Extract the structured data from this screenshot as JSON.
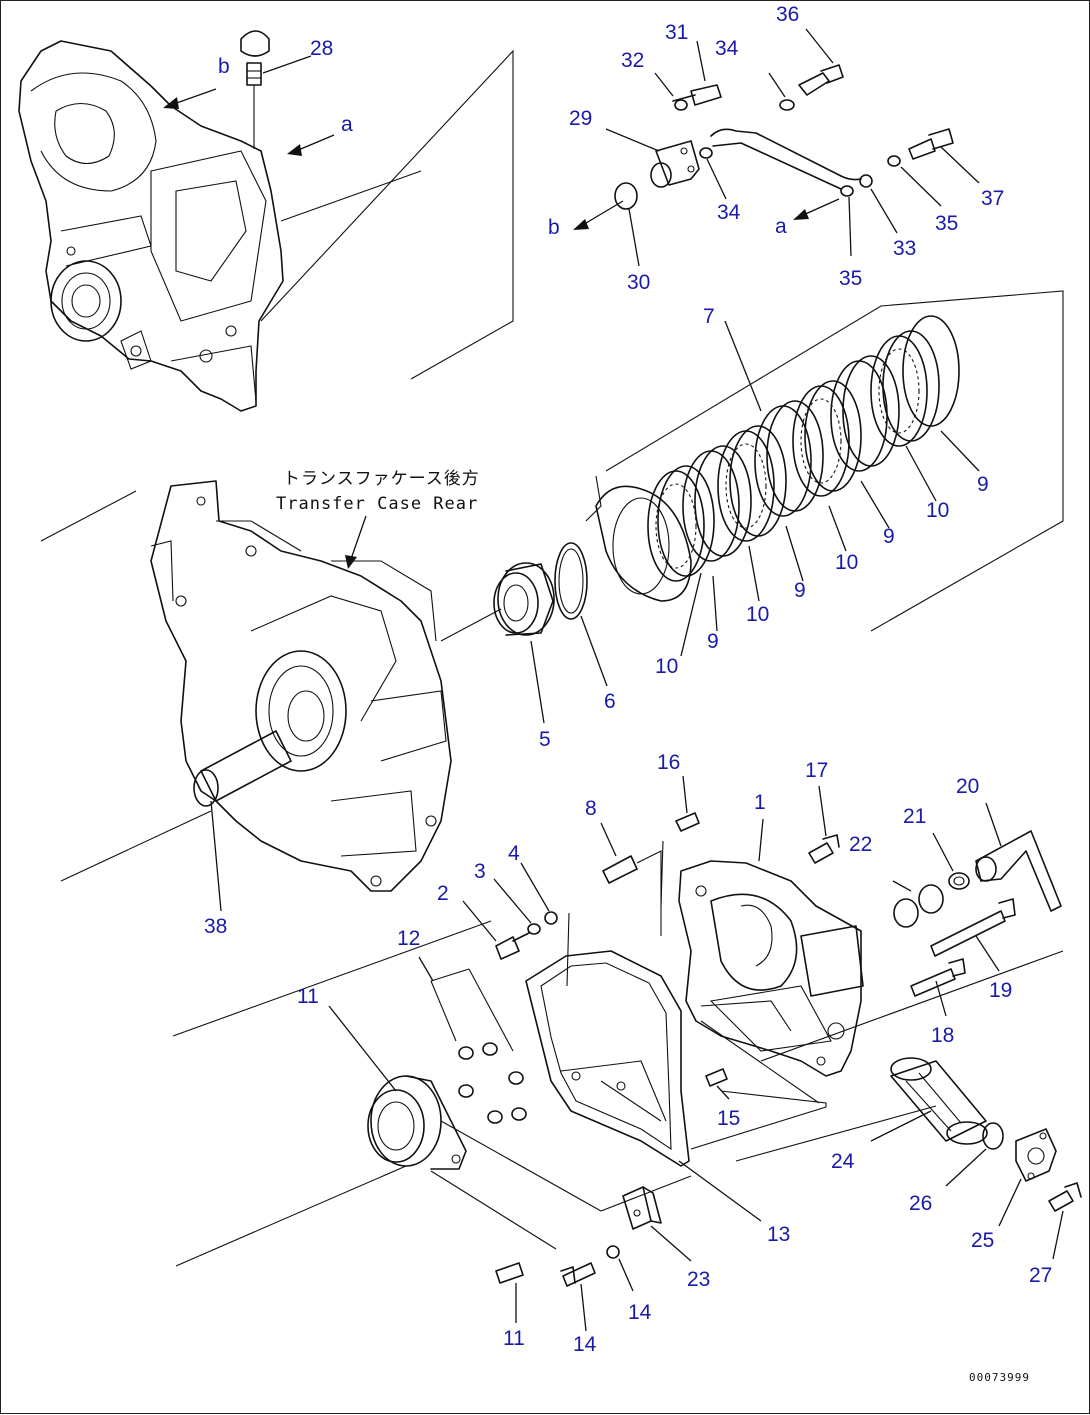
{
  "diagram": {
    "caption_jp": "トランスファケース後方",
    "caption_en": "Transfer Case Rear",
    "doc_id": "00073999",
    "callouts": [
      {
        "id": "c1",
        "text": "1"
      },
      {
        "id": "c2",
        "text": "2"
      },
      {
        "id": "c3",
        "text": "3"
      },
      {
        "id": "c4",
        "text": "4"
      },
      {
        "id": "c5",
        "text": "5"
      },
      {
        "id": "c6",
        "text": "6"
      },
      {
        "id": "c7",
        "text": "7"
      },
      {
        "id": "c8",
        "text": "8"
      },
      {
        "id": "c9a",
        "text": "9"
      },
      {
        "id": "c9b",
        "text": "9"
      },
      {
        "id": "c9c",
        "text": "9"
      },
      {
        "id": "c9d",
        "text": "9"
      },
      {
        "id": "c10a",
        "text": "10"
      },
      {
        "id": "c10b",
        "text": "10"
      },
      {
        "id": "c10c",
        "text": "10"
      },
      {
        "id": "c10d",
        "text": "10"
      },
      {
        "id": "c11a",
        "text": "11"
      },
      {
        "id": "c11b",
        "text": "11"
      },
      {
        "id": "c12",
        "text": "12"
      },
      {
        "id": "c13",
        "text": "13"
      },
      {
        "id": "c14a",
        "text": "14"
      },
      {
        "id": "c14b",
        "text": "14"
      },
      {
        "id": "c15",
        "text": "15"
      },
      {
        "id": "c16",
        "text": "16"
      },
      {
        "id": "c17",
        "text": "17"
      },
      {
        "id": "c18",
        "text": "18"
      },
      {
        "id": "c19",
        "text": "19"
      },
      {
        "id": "c20",
        "text": "20"
      },
      {
        "id": "c21",
        "text": "21"
      },
      {
        "id": "c22",
        "text": "22"
      },
      {
        "id": "c23",
        "text": "23"
      },
      {
        "id": "c24",
        "text": "24"
      },
      {
        "id": "c25",
        "text": "25"
      },
      {
        "id": "c26",
        "text": "26"
      },
      {
        "id": "c27",
        "text": "27"
      },
      {
        "id": "c28",
        "text": "28"
      },
      {
        "id": "c29",
        "text": "29"
      },
      {
        "id": "c30",
        "text": "30"
      },
      {
        "id": "c31",
        "text": "31"
      },
      {
        "id": "c32",
        "text": "32"
      },
      {
        "id": "c33",
        "text": "33"
      },
      {
        "id": "c34a",
        "text": "34"
      },
      {
        "id": "c34b",
        "text": "34"
      },
      {
        "id": "c35a",
        "text": "35"
      },
      {
        "id": "c35b",
        "text": "35"
      },
      {
        "id": "c36",
        "text": "36"
      },
      {
        "id": "c37",
        "text": "37"
      },
      {
        "id": "c38",
        "text": "38"
      },
      {
        "id": "ca1",
        "text": "a"
      },
      {
        "id": "ca2",
        "text": "a"
      },
      {
        "id": "cb1",
        "text": "b"
      },
      {
        "id": "cb2",
        "text": "b"
      }
    ]
  }
}
